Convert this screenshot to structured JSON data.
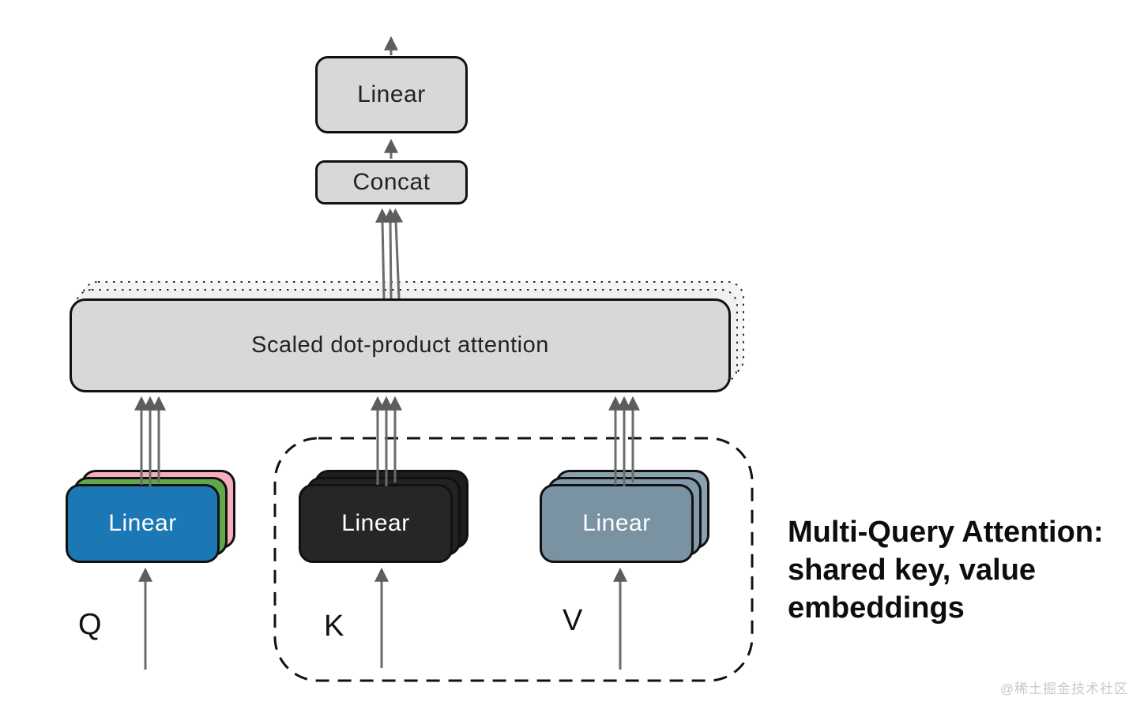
{
  "diagram": {
    "boxes": {
      "output_linear": "Linear",
      "concat": "Concat",
      "attention": "Scaled dot-product attention",
      "q_linear": "Linear",
      "k_linear": "Linear",
      "v_linear": "Linear"
    },
    "labels": {
      "q": "Q",
      "k": "K",
      "v": "V"
    },
    "caption": "Multi-Query Attention:\nshared key, value\nembeddings",
    "watermark": "@稀土掘金技术社区",
    "colors": {
      "box_gray": "#d8d8d8",
      "q_front_blue": "#1b78b5",
      "q_mid_green": "#5fa94c",
      "q_back_pink": "#f6aebf",
      "k_dark": "#262626",
      "v_slate": "#7a93a3",
      "arrow_gray": "#6b6b6b",
      "border_black": "#111111"
    }
  }
}
